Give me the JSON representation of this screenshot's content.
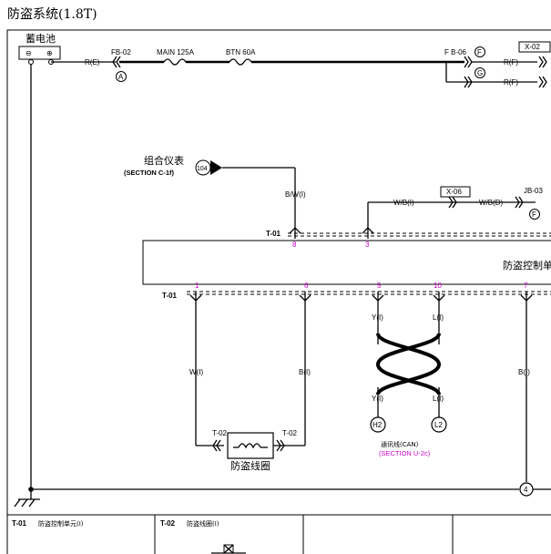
{
  "title": "防盗系统(1.8T)",
  "battery": {
    "label": "蓄电池",
    "neg": "⊖",
    "pos": "⊕"
  },
  "top_line": {
    "fb02": "FB-02",
    "fb02_circle": "A",
    "wire_re": "R(E)",
    "main_fuse": "MAIN 125A",
    "btn_fuse": "BTN 60A",
    "fb06": "F B-06",
    "fb06_circle": "F",
    "g_circle": "G",
    "wire_rf1": "R(F)",
    "wire_rf2": "R(F)",
    "x02": "X-02"
  },
  "cluster": {
    "name": "组合仪表",
    "section": "(SECTION C-1f)",
    "conn": "104",
    "wire": "B/W(I)"
  },
  "right_branch": {
    "wire1": "W/B(I)",
    "x06": "X-06",
    "wire2": "W/B(D)",
    "jb03": "JB-03",
    "jb03_circle": "F"
  },
  "module": {
    "name": "防盗控制单",
    "top_conn": "T-01",
    "top_pins": [
      "8",
      "3"
    ],
    "bottom_conn": "T-01",
    "bottom_pins": [
      "1",
      "6",
      "5",
      "10",
      "7"
    ]
  },
  "wires": {
    "w1": "W(I)",
    "b6": "B(I)",
    "y_top": "Y(I)",
    "l_top": "L(I)",
    "y_bot": "Y(I)",
    "l_bot": "L(I)",
    "b7": "B(I)"
  },
  "coil": {
    "conn_left": "T-02",
    "conn_right": "T-02",
    "name": "防盗线圈"
  },
  "can": {
    "h2": "H2",
    "l2": "L2",
    "name": "通讯线(CAN)",
    "section": "(SECTION U-2c)"
  },
  "ground_circle": "4",
  "footer": {
    "col1_code": "T-01",
    "col1_name": "防盗控制单元(I)",
    "col2_code": "T-02",
    "col2_name": "防盗线圈(I)"
  }
}
